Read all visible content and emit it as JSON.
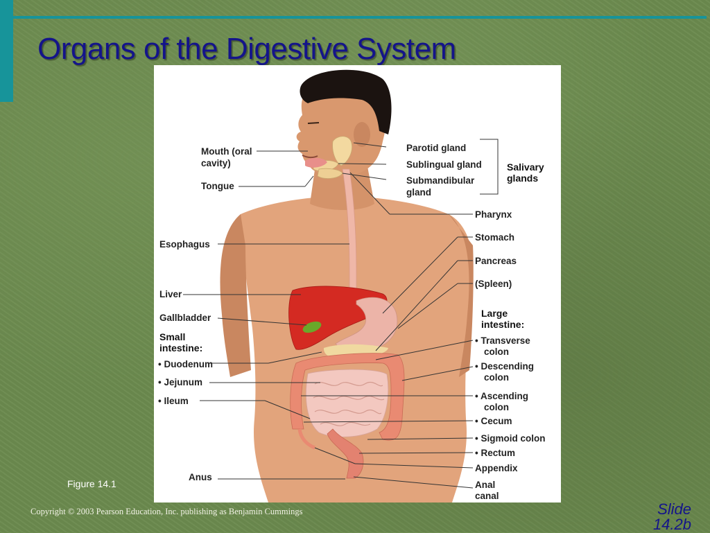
{
  "slide": {
    "title": "Organs of the Digestive System",
    "figure_caption": "Figure 14.1",
    "copyright": "Copyright © 2003 Pearson Education, Inc. publishing as Benjamin Cummings",
    "slide_label": "Slide",
    "slide_number": "14.2b"
  },
  "labels_left": {
    "mouth_line1": "Mouth (oral",
    "mouth_line2": "cavity)",
    "tongue": "Tongue",
    "esophagus": "Esophagus",
    "liver": "Liver",
    "gallbladder": "Gallbladder",
    "small_intestine_line1": "Small",
    "small_intestine_line2": "intestine:",
    "duodenum": "• Duodenum",
    "jejunum": "• Jejunum",
    "ileum": "• Ileum",
    "anus": "Anus"
  },
  "labels_right": {
    "parotid": "Parotid gland",
    "sublingual": "Sublingual gland",
    "submandibular_line1": "Submandibular",
    "submandibular_line2": "gland",
    "salivary_line1": "Salivary",
    "salivary_line2": "glands",
    "pharynx": "Pharynx",
    "stomach": "Stomach",
    "pancreas": "Pancreas",
    "spleen": "(Spleen)",
    "large_intestine_line1": "Large",
    "large_intestine_line2": "intestine:",
    "transverse_line1": "• Transverse",
    "transverse_line2": "colon",
    "descending_line1": "• Descending",
    "descending_line2": "colon",
    "ascending_line1": "• Ascending",
    "ascending_line2": "colon",
    "cecum": "• Cecum",
    "sigmoid": "• Sigmoid colon",
    "rectum": "• Rectum",
    "appendix": "Appendix",
    "anal_canal_line1": "Anal",
    "anal_canal_line2": "canal"
  },
  "colors": {
    "background": "#6b8a4e",
    "accent_teal": "#17949a",
    "title_navy": "#14148a",
    "skin": "#e0a27a",
    "liver": "#d42a22",
    "intestine": "#e98a72",
    "small_intestine": "#f3c8c0"
  }
}
